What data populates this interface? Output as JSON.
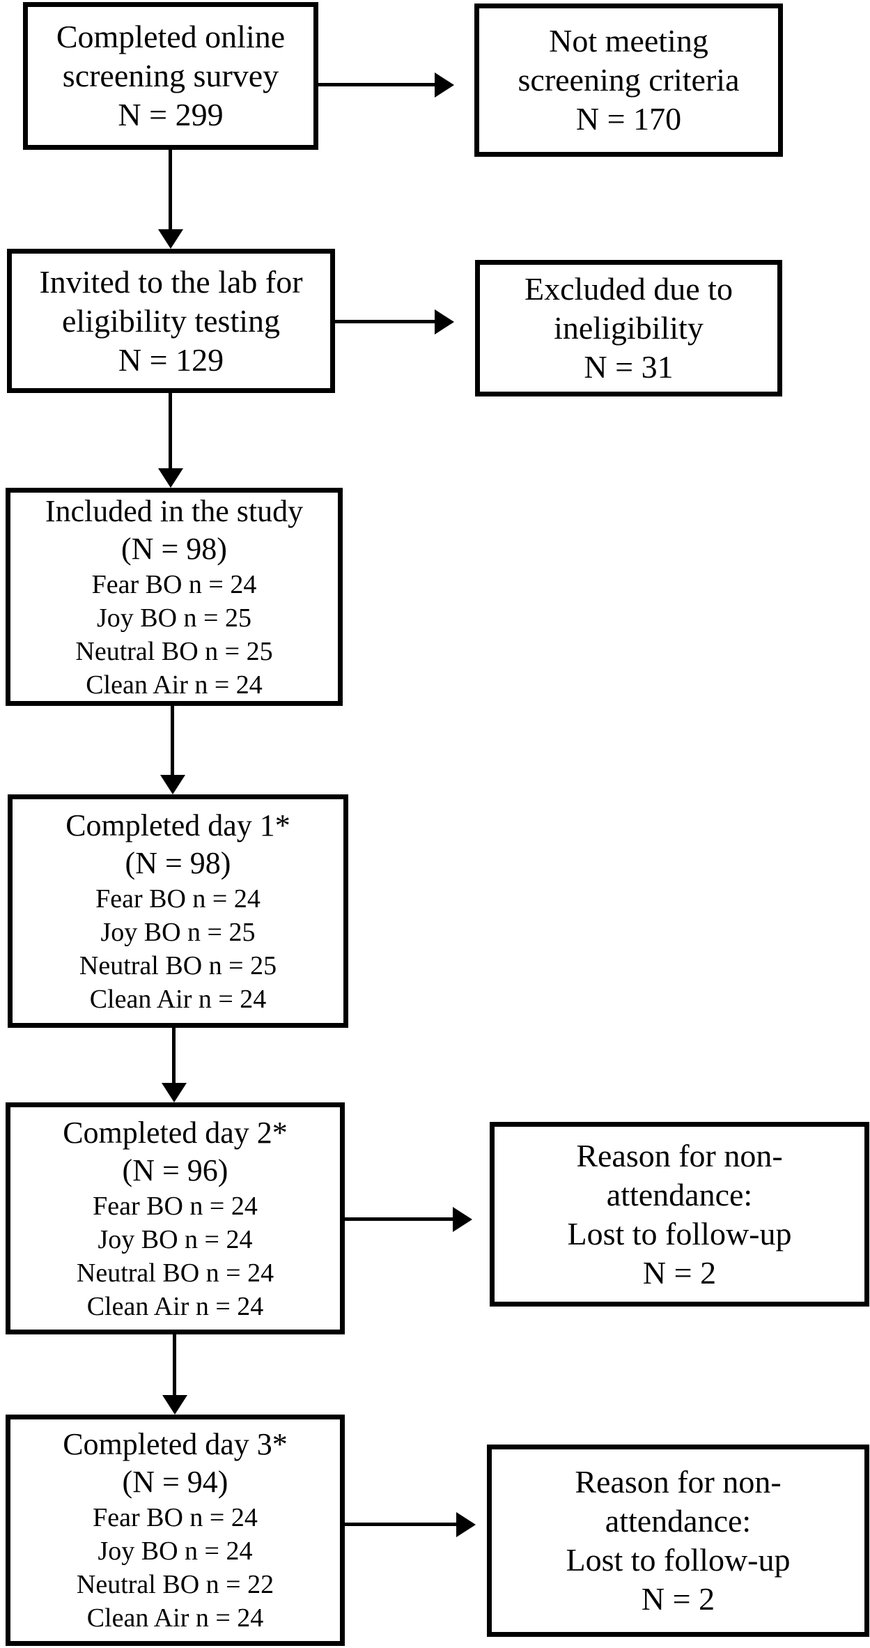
{
  "colors": {
    "line": "#000000",
    "paper": "#ffffff",
    "text": "#000000"
  },
  "diagram": {
    "type": "participant-flow-chart",
    "boxes": {
      "screening": {
        "lines": [
          "Completed online",
          "screening survey",
          "N = 299"
        ]
      },
      "not_meeting": {
        "lines": [
          "Not meeting",
          "screening criteria",
          "N = 170"
        ]
      },
      "invited": {
        "lines": [
          "Invited to the lab for",
          "eligibility testing",
          "N = 129"
        ]
      },
      "excluded": {
        "lines": [
          "Excluded due to",
          "ineligibility",
          "N = 31"
        ]
      },
      "included": {
        "title_lines": [
          "Included in the study",
          "(N = 98)"
        ],
        "group_lines": [
          "Fear BO n = 24",
          "Joy BO n = 25",
          "Neutral BO n = 25",
          "Clean Air n = 24"
        ]
      },
      "day1": {
        "title_lines": [
          "Completed day 1*",
          "(N = 98)"
        ],
        "group_lines": [
          "Fear BO n = 24",
          "Joy BO n = 25",
          "Neutral BO n = 25",
          "Clean Air n = 24"
        ]
      },
      "day2": {
        "title_lines": [
          "Completed day 2*",
          "(N = 96)"
        ],
        "group_lines": [
          "Fear BO n = 24",
          "Joy BO n = 24",
          "Neutral BO n = 24",
          "Clean Air n = 24"
        ]
      },
      "day2_reason": {
        "lines": [
          "Reason for non-",
          "attendance:",
          "Lost to follow-up",
          "N = 2"
        ]
      },
      "day3": {
        "title_lines": [
          "Completed day 3*",
          "(N = 94)"
        ],
        "group_lines": [
          "Fear BO n = 24",
          "Joy BO n = 24",
          "Neutral BO n = 22",
          "Clean Air n = 24"
        ]
      },
      "day3_reason": {
        "lines": [
          "Reason for non-",
          "attendance:",
          "Lost to follow-up",
          "N = 2"
        ]
      }
    }
  }
}
